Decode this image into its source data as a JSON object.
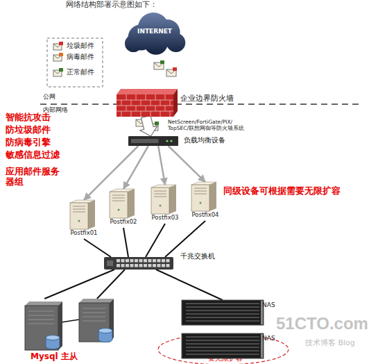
{
  "diagram": {
    "title": "网络结构部署示意图如下：",
    "nodes": [
      {
        "text": [
          "INTERNET"
        ]
      },
      {
        "text": [
          "企业边界防火墙",
          "NetScreen/FortiGate/PIX/ TopSEC/联想网御等防火墙系统"
        ]
      },
      {
        "text": [
          "负载均衡设备"
        ]
      },
      {
        "text": [
          "Postfix01"
        ]
      },
      {
        "text": [
          "Postfix02"
        ]
      },
      {
        "text": [
          "Postfix03"
        ]
      },
      {
        "text": [
          "Postfix04"
        ]
      },
      {
        "text": [
          "千兆交换机"
        ]
      },
      {
        "text": [
          "Mysql 主从"
        ]
      },
      {
        "text": [
          "NAS"
        ]
      },
      {
        "text": [
          "NAS"
        ]
      }
    ],
    "edges": [
      {
        "from": 1,
        "to": 2,
        "arrow": "to"
      },
      {
        "from": 2,
        "to": 3,
        "arrow": "to"
      },
      {
        "from": 2,
        "to": 4,
        "arrow": "to"
      },
      {
        "from": 2,
        "to": 5,
        "arrow": "to"
      },
      {
        "from": 2,
        "to": 6,
        "arrow": "to"
      },
      {
        "from": 3,
        "to": 7,
        "arrow": "none"
      },
      {
        "from": 4,
        "to": 7,
        "arrow": "none"
      },
      {
        "from": 5,
        "to": 7,
        "arrow": "none"
      },
      {
        "from": 6,
        "to": 7,
        "arrow": "none"
      },
      {
        "from": 7,
        "to": 8,
        "arrow": "none"
      },
      {
        "from": 7,
        "to": 8,
        "arrow": "none"
      },
      {
        "from": 7,
        "to": 9,
        "arrow": "none"
      }
    ],
    "labels": [
      "公网",
      "内部网络",
      "智能抗攻击",
      "防垃圾邮件",
      "防病毒引擎",
      "敏感信息过滤",
      "应用邮件服务器组",
      "同级设备可根据需要无限扩容",
      "同级设备可根据需要无限扩容",
      "51CTO.com",
      "技术博客 Blog"
    ],
    "legend": [
      {
        "text": "垃圾邮件"
      },
      {
        "text": "病毒邮件"
      },
      {
        "text": "正常邮件"
      }
    ]
  }
}
